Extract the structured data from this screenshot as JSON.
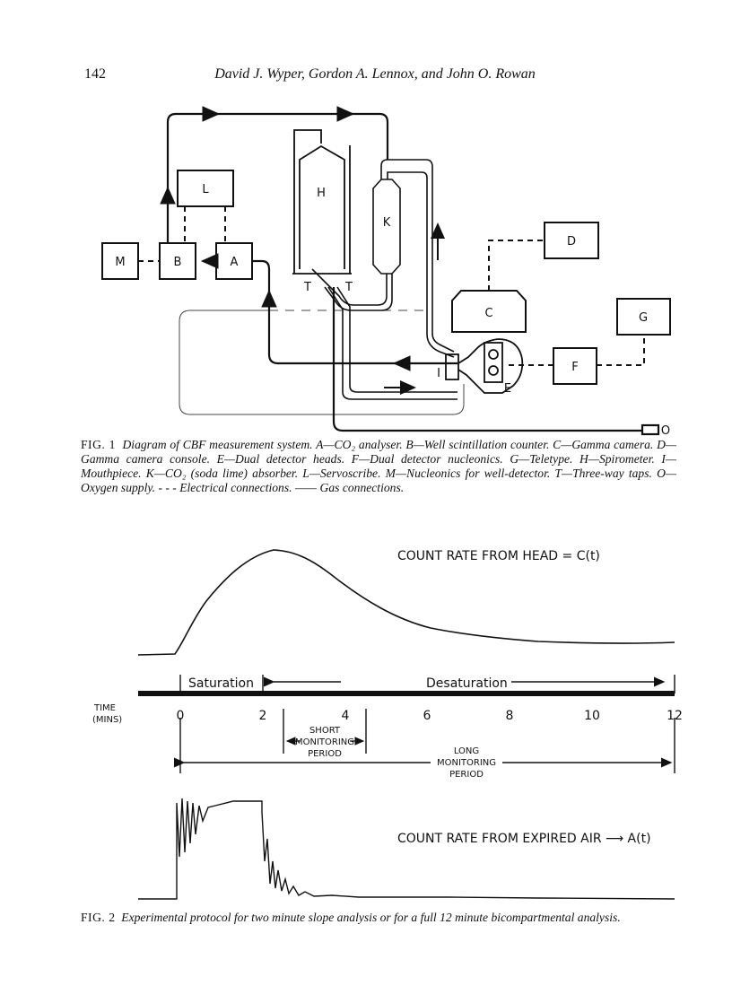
{
  "header": {
    "page_number": "142",
    "authors": "David J. Wyper, Gordon A. Lennox, and John O. Rowan"
  },
  "fig1": {
    "boxes": {
      "A": "A",
      "B": "B",
      "C": "C",
      "D": "D",
      "F": "F",
      "G": "G",
      "H": "H",
      "K": "K",
      "L": "L",
      "M": "M"
    },
    "labels": {
      "T1": "T",
      "T2": "T",
      "I": "I",
      "E": "E",
      "O": "O"
    },
    "caption_label": "FIG. 1",
    "caption_text": "Diagram of CBF measurement system. A—CO₂ analyser. B—Well scintillation counter. C—Gamma camera. D—Gamma camera console. E—Dual detector heads. F—Dual detector nucleonics. G—Teletype. H—Spirometer. I—Mouthpiece. K—CO₂ (soda lime) absorber. L—Servoscribe. M—Nucleonics for well-detector. T—Three-way taps. O—Oxygen supply. - - - Electrical connections. —— Gas connections."
  },
  "fig2": {
    "head_label": "COUNT RATE FROM HEAD = C(t)",
    "saturation": "Saturation",
    "desaturation": "Desaturation",
    "time_label_1": "TIME",
    "time_label_2": "(MINS)",
    "ticks": [
      "0",
      "2",
      "4",
      "6",
      "8",
      "10",
      "12"
    ],
    "short_1": "SHORT",
    "short_2": "MONITORING",
    "short_3": "PERIOD",
    "long_1": "LONG",
    "long_2": "MONITORING",
    "long_3": "PERIOD",
    "air_label": "COUNT RATE FROM EXPIRED AIR ⟶ A(t)",
    "caption_label": "FIG. 2",
    "caption_text": "Experimental protocol for two minute slope analysis or for a full 12 minute bicompartmental analysis."
  }
}
